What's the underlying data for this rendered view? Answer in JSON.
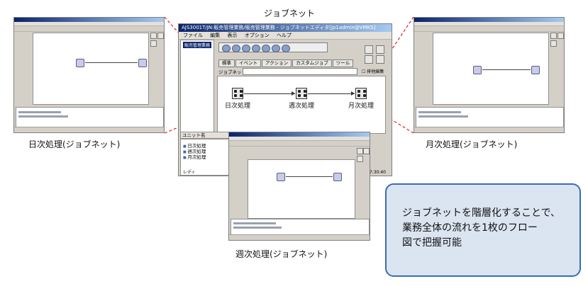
{
  "captions": {
    "top": "ジョブネット",
    "daily": "日次処理(ジョブネット)",
    "monthly": "月次処理(ジョブネット)",
    "weekly": "週次処理(ジョブネット)"
  },
  "main_window": {
    "title": "AJS3001T/JN:販売管理業務/販売管理業務 - ジョブネットエディタ[jp1admin@VMKS]",
    "menu": [
      "ファイル",
      "編集",
      "表示",
      "オプション",
      "ヘルプ"
    ],
    "tree_node": "販売管理業務",
    "tabs": [
      "標準",
      "イベント",
      "アクション",
      "カスタムジョブ",
      "ツール"
    ],
    "jobnet_label": "ジョブネット:",
    "exclusive_label": "排他編集",
    "jobs": [
      "日次処理",
      "週次処理",
      "月次処理"
    ],
    "unit_header": "ユニット名",
    "units": [
      "日次処理",
      "週次処理",
      "月次処理"
    ],
    "status_ready": "レディ",
    "status_time": "17:30:40"
  },
  "note": {
    "text": "ジョブネットを階層化することで、\n業務全体の流れを1枚のフロー\n図で把握可能"
  },
  "colors": {
    "dashed_connector": "#e02020",
    "note_border": "#3a6db5",
    "note_fill": "#dbe5f1"
  }
}
